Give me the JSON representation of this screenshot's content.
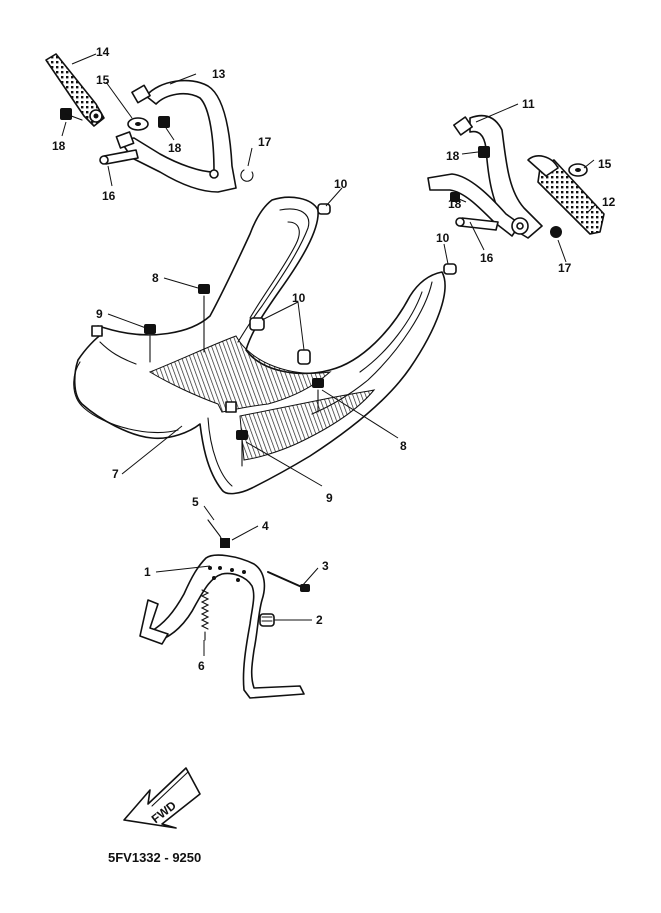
{
  "diagram_code": "5FV1332 - 9250",
  "direction_label": "FWD",
  "callouts": {
    "c1": "1",
    "c2": "2",
    "c3": "3",
    "c4": "4",
    "c5": "5",
    "c6": "6",
    "c7": "7",
    "c8a": "8",
    "c8b": "8",
    "c9a": "9",
    "c9b": "9",
    "c10a": "10",
    "c10b": "10",
    "c10c": "10",
    "c11": "11",
    "c12": "12",
    "c13": "13",
    "c14": "14",
    "c15a": "15",
    "c15b": "15",
    "c16a": "16",
    "c16b": "16",
    "c17a": "17",
    "c17b": "17",
    "c18a": "18",
    "c18b": "18",
    "c18c": "18",
    "c18d": "18"
  }
}
